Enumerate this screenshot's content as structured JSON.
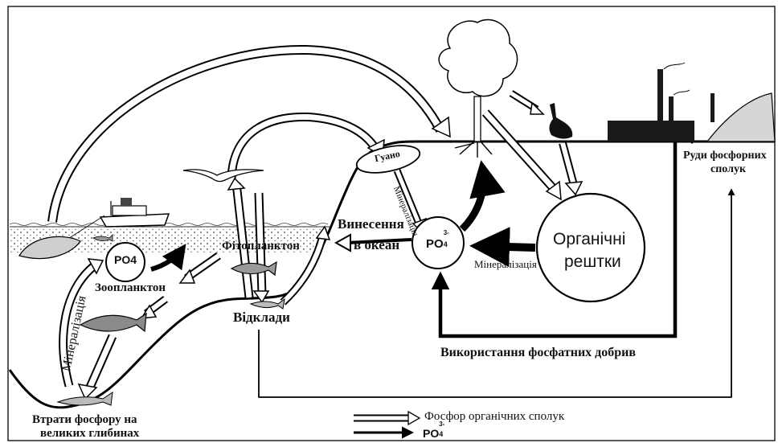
{
  "labels": {
    "guano": "Гуано",
    "mineralization_guano": "Мінералізація",
    "export_line1": "Винесення",
    "export_line2": "в океан",
    "phytoplankton": "Фітопланктон",
    "po4_ocean": "PO4",
    "zooplankton": "Зоопланктон",
    "sediments": "Відклади",
    "mineralization_left": "Мінералізація",
    "losses_line1": "Втрати фосфору на",
    "losses_line2": "великих глибинах",
    "po4_land_main": "PO",
    "po4_land_sub": "4",
    "po4_land_sup": "3-",
    "mineralization_organic": "Мінералізація",
    "organic_line1": "Органічні",
    "organic_line2": "рештки",
    "fertilizer_use": "Використання фосфатних добрив",
    "ores_line1": "Руди фосфорних",
    "ores_line2": "сполук"
  },
  "legend": {
    "organic_phosphorus": "Фосфор органічних сполук",
    "phosphate_main": "PO",
    "phosphate_sub": "4",
    "phosphate_sup": "3-"
  }
}
